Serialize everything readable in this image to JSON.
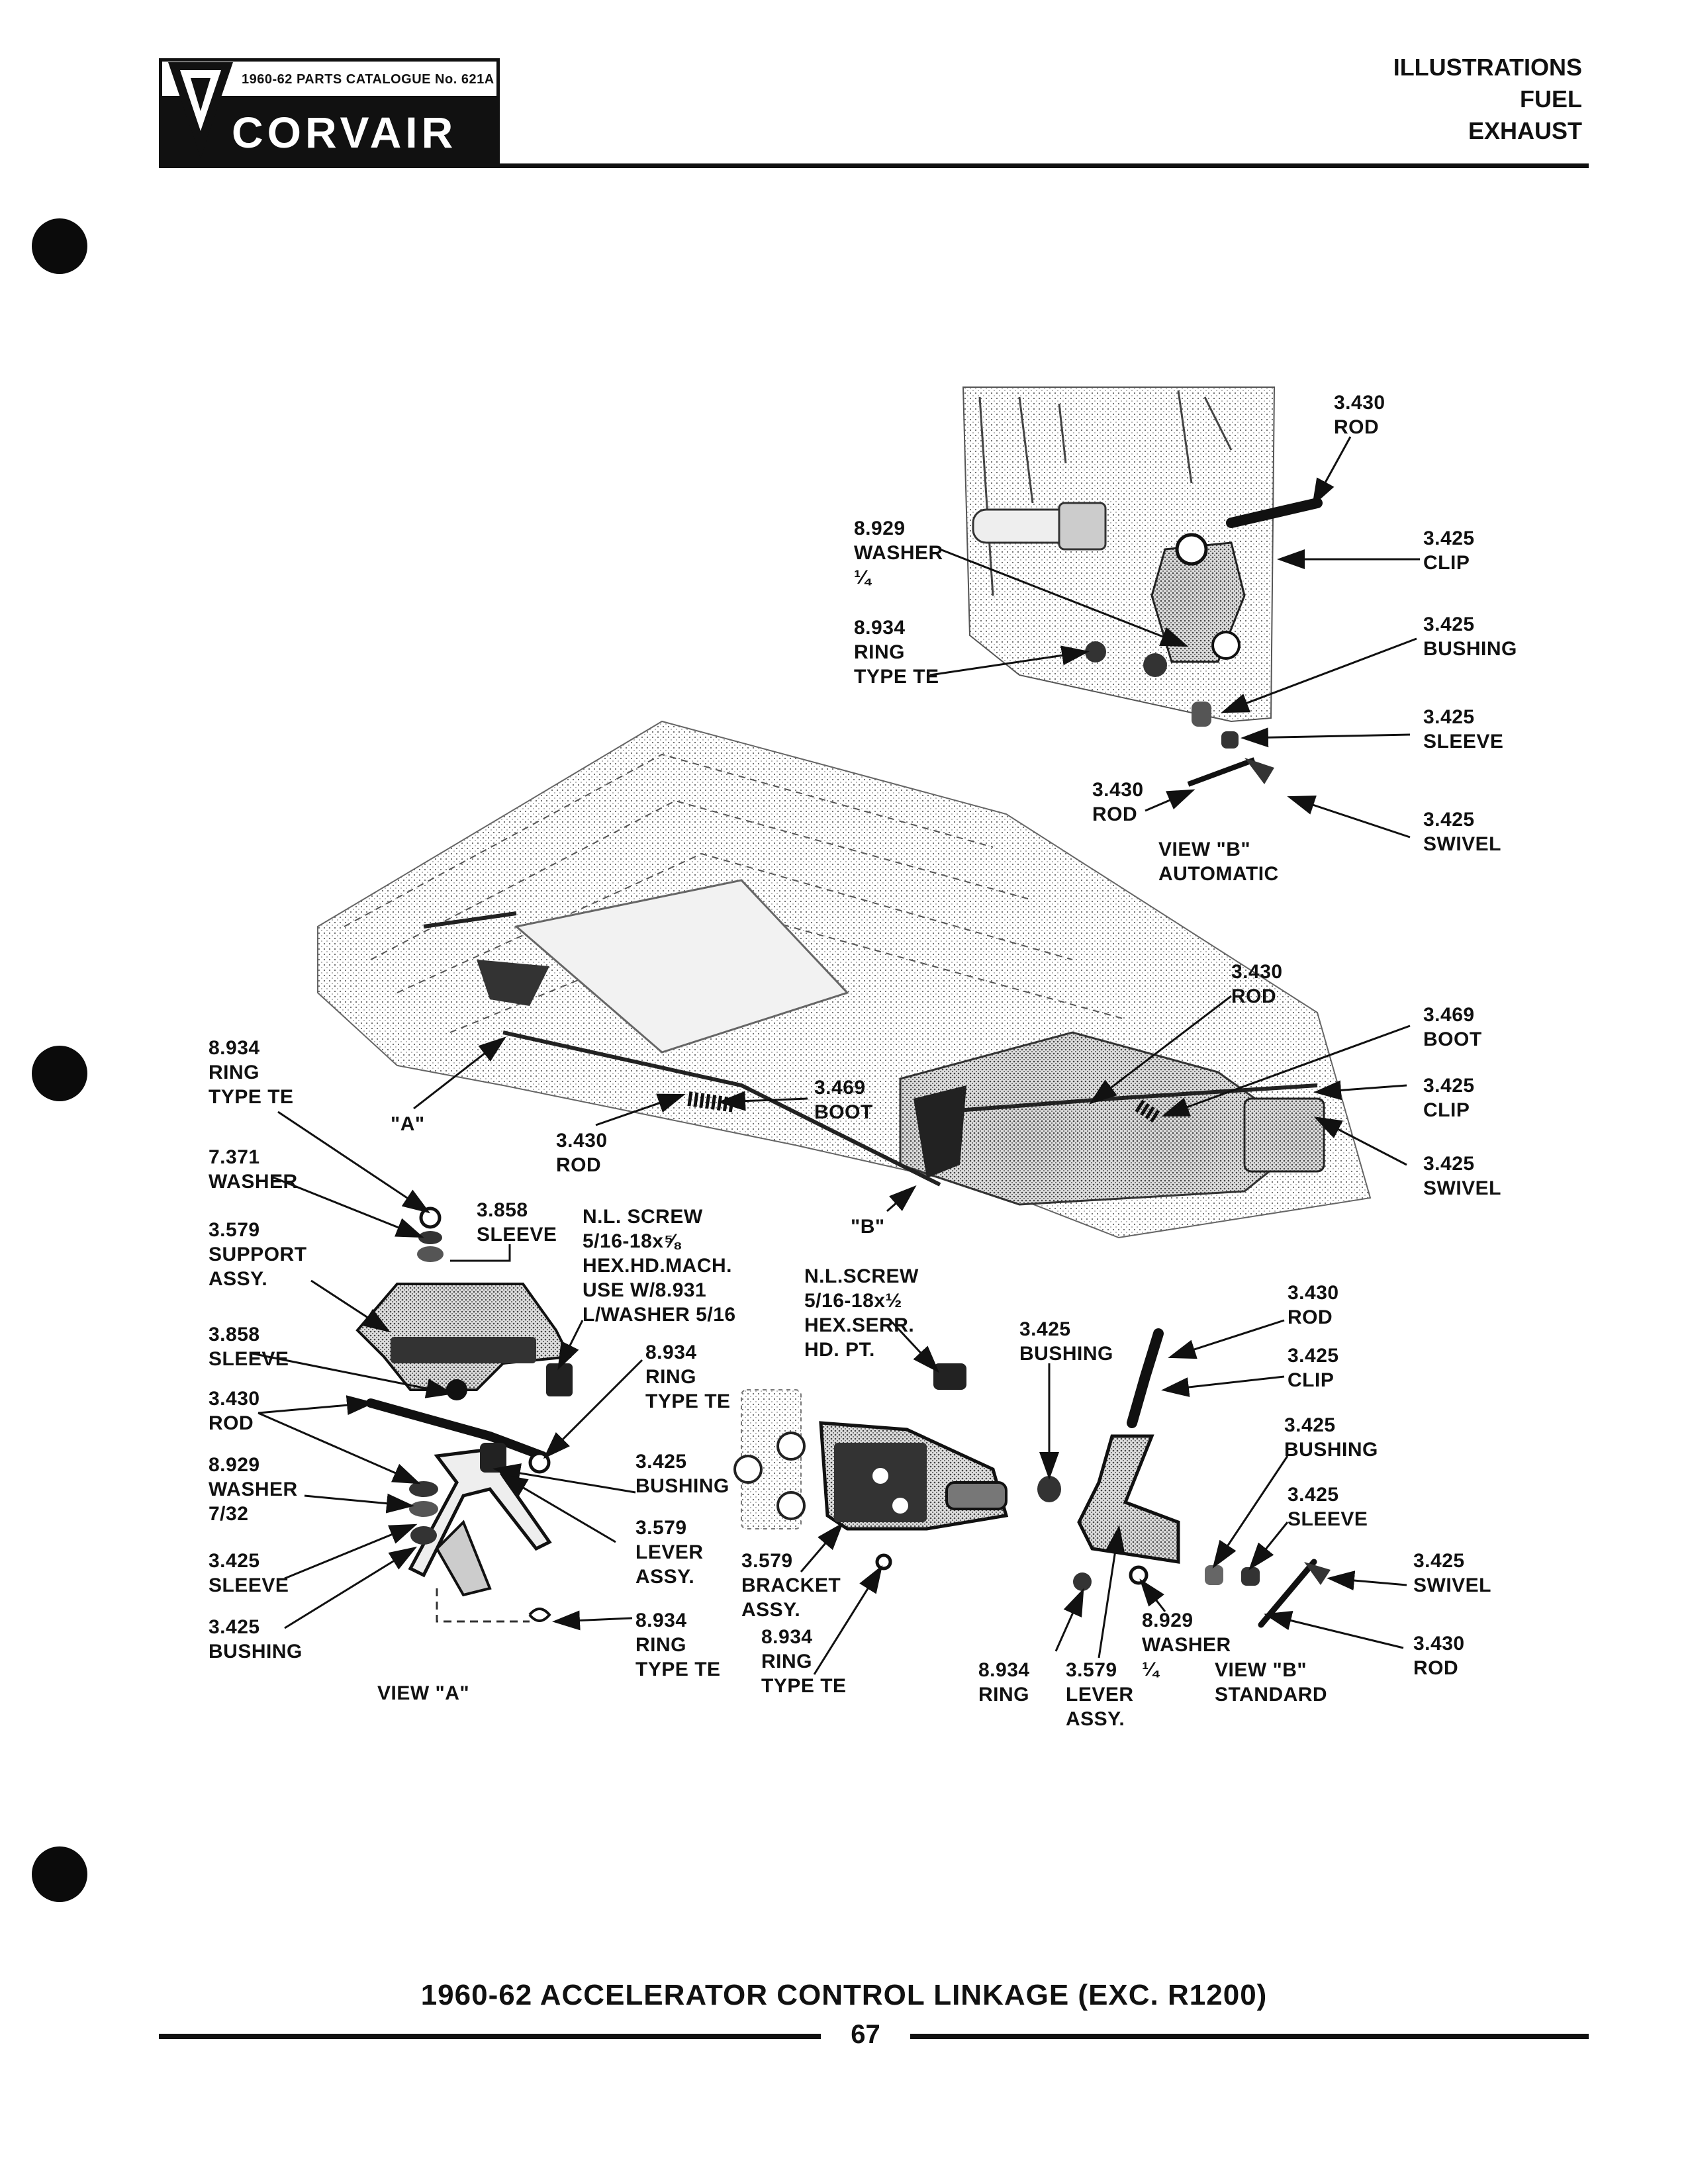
{
  "header": {
    "logo_catalogue": "1960-62 PARTS CATALOGUE No. 621A",
    "logo_brand": "CORVAIR",
    "sections": [
      "ILLUSTRATIONS",
      "FUEL",
      "EXHAUST"
    ]
  },
  "labels": {
    "b_auto_rod_top": "3.430\nROD",
    "b_auto_clip": "3.425\nCLIP",
    "b_auto_washer": "8.929\nWASHER\n¼",
    "b_auto_ring": "8.934\nRING\nTYPE TE",
    "b_auto_bushing": "3.425\nBUSHING",
    "b_auto_sleeve": "3.425\nSLEEVE",
    "b_auto_rod_low": "3.430\nROD",
    "b_auto_swivel": "3.425\nSWIVEL",
    "view_b_automatic": "VIEW \"B\"\nAUTOMATIC",
    "main_rod_right": "3.430\nROD",
    "main_boot_right": "3.469\nBOOT",
    "main_clip_right": "3.425\nCLIP",
    "main_swivel_right": "3.425\nSWIVEL",
    "main_boot_center": "3.469\nBOOT",
    "main_rod_center": "3.430\nROD",
    "marker_a": "\"A\"",
    "marker_b": "\"B\"",
    "a_ring_top": "8.934\nRING\nTYPE TE",
    "a_washer_top": "7.371\nWASHER",
    "a_sleeve_top": "3.858\nSLEEVE",
    "a_support": "3.579\nSUPPORT\nASSY.",
    "a_sleeve_mid": "3.858\nSLEEVE",
    "a_rod": "3.430\nROD",
    "a_washer": "8.929\nWASHER\n7/32",
    "a_sleeve": "3.425\nSLEEVE",
    "a_bushing_low": "3.425\nBUSHING",
    "a_screw": "N.L. SCREW\n5/16-18x⅝\nHEX.HD.MACH.\nUSE W/8.931\nL/WASHER 5/16",
    "a_ring_mid": "8.934\nRING\nTYPE TE",
    "a_bushing_mid": "3.425\nBUSHING",
    "a_lever": "3.579\nLEVER\nASSY.",
    "a_ring_low": "8.934\nRING\nTYPE TE",
    "view_a": "VIEW \"A\"",
    "s_screw": "N.L.SCREW\n5/16-18x½\nHEX.SERR.\nHD. PT.",
    "s_bracket": "3.579\nBRACKET\nASSY.",
    "s_ring_left": "8.934\nRING\nTYPE TE",
    "s_bushing_top": "3.425\nBUSHING",
    "s_rod_top": "3.430\nROD",
    "s_clip": "3.425\nCLIP",
    "s_bushing_right": "3.425\nBUSHING",
    "s_sleeve": "3.425\nSLEEVE",
    "s_swivel": "3.425\nSWIVEL",
    "s_rod_low": "3.430\nROD",
    "s_washer": "8.929\nWASHER\n¼",
    "s_ring": "8.934\nRING",
    "s_lever": "3.579\nLEVER\nASSY.",
    "view_b_standard": "VIEW \"B\"\nSTANDARD"
  },
  "caption": "1960-62 ACCELERATOR CONTROL LINKAGE (EXC. R1200)",
  "page_number": "67"
}
